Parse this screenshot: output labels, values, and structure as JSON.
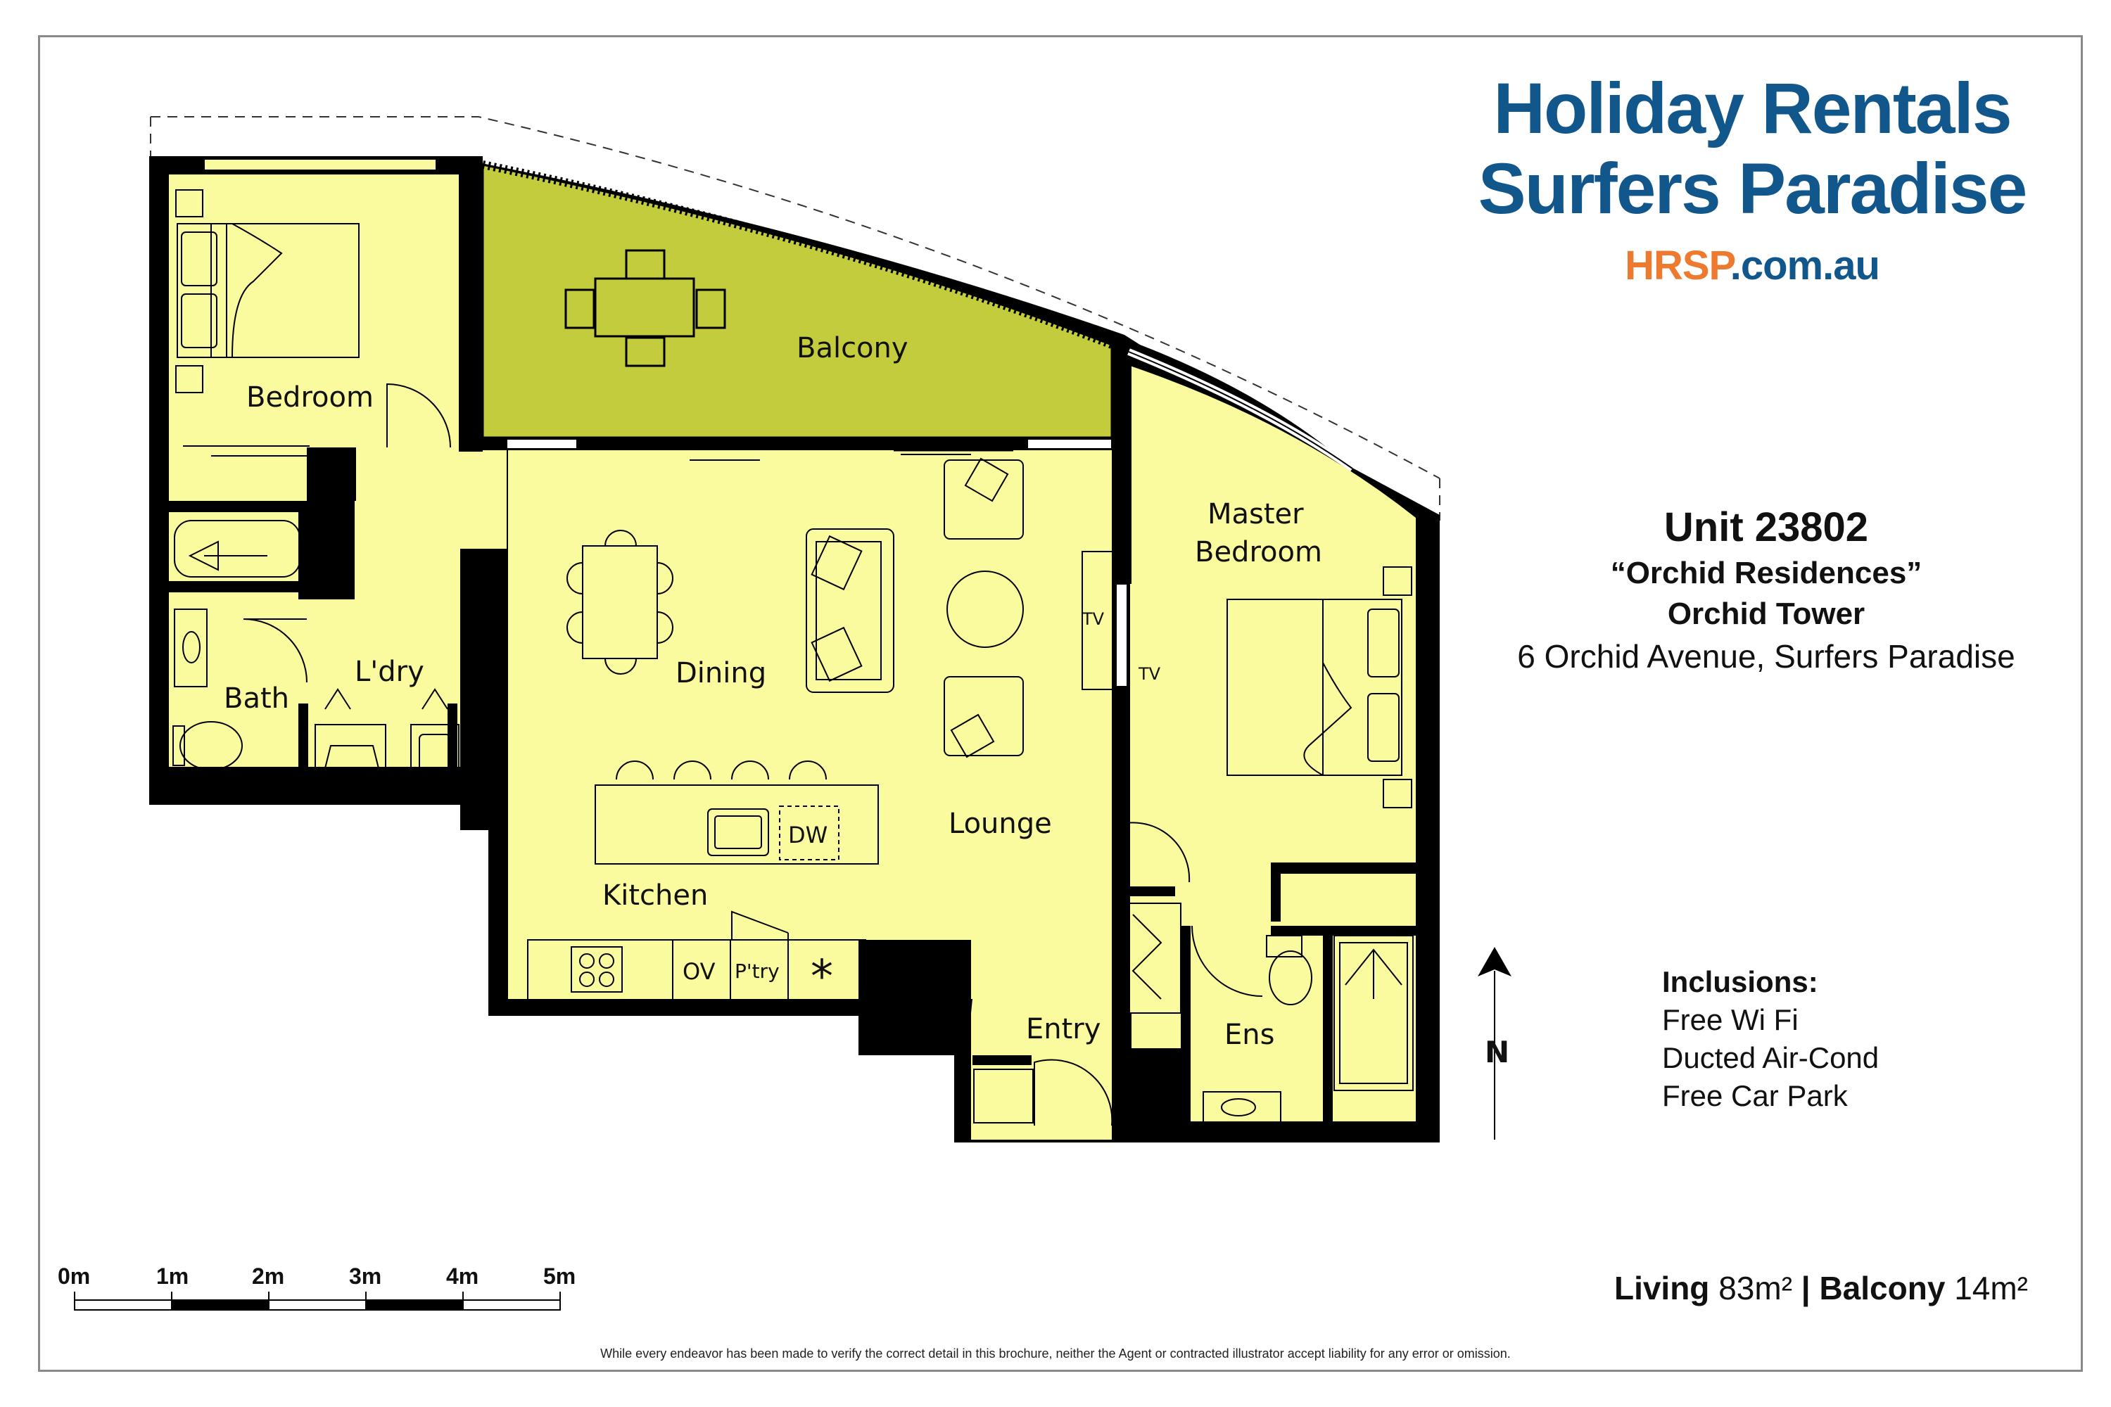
{
  "brand": {
    "line1": "Holiday Rentals",
    "line2": "Surfers Paradise",
    "site_a": "HRSP",
    "site_b": ".com.au",
    "color_primary": "#11578c",
    "color_accent": "#ee7a2f"
  },
  "property": {
    "unit": "Unit 23802",
    "residence": "“Orchid Residences”",
    "tower": "Orchid Tower",
    "address": "6 Orchid Avenue, Surfers Paradise"
  },
  "inclusions": {
    "heading": "Inclusions:",
    "items": [
      "Free Wi Fi",
      "Ducted Air-Cond",
      "Free Car Park"
    ]
  },
  "rooms": {
    "bedroom": "Bedroom",
    "balcony": "Balcony",
    "master_line1": "Master",
    "master_line2": "Bedroom",
    "bath": "Bath",
    "laundry": "L'dry",
    "dining": "Dining",
    "lounge": "Lounge",
    "kitchen": "Kitchen",
    "entry": "Entry",
    "ensuite": "Ens"
  },
  "fixtures": {
    "dishwasher": "DW",
    "oven": "OV",
    "pantry": "P'try",
    "fridge": "*",
    "tv": "TV"
  },
  "compass": {
    "label": "N"
  },
  "scale": {
    "ticks": [
      "0m",
      "1m",
      "2m",
      "3m",
      "4m",
      "5m"
    ]
  },
  "area": {
    "living_label": "Living",
    "living_value": "83m²",
    "separator": "|",
    "balcony_label": "Balcony",
    "balcony_value": "14m²"
  },
  "disclaimer": "While every endeavor has been made to verify the correct detail in this brochure, neither the Agent or contracted illustrator accept liability for any error or omission.",
  "colors": {
    "interior": "#fafa9e",
    "balcony_fill": "#c3cc3c",
    "walls": "#000000"
  }
}
